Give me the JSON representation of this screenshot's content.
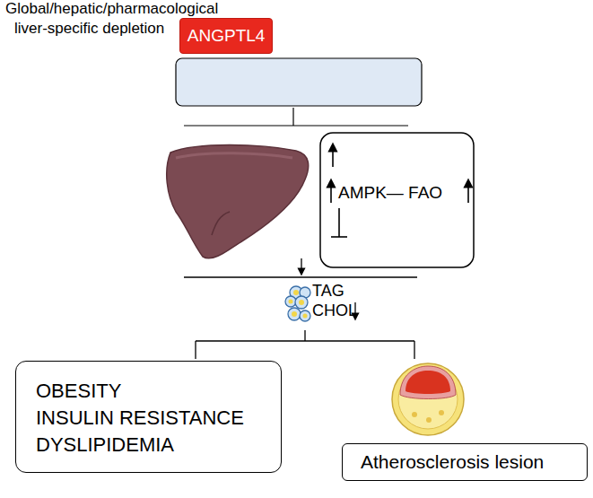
{
  "diagram": {
    "nodes": [
      {
        "text": [
          "ANGPTL4"
        ]
      },
      {
        "text": [
          "AMPK— FAO"
        ]
      },
      {
        "text": [
          "OBESITY",
          "INSULIN RESISTANCE",
          "DYSLIPIDEMIA"
        ]
      },
      {
        "text": [
          "Atherosclerosis lesion"
        ]
      }
    ],
    "labels": [
      "Global/hepatic/pharmacological",
      "liver-specific depletion",
      "TAG",
      "CHOL"
    ]
  }
}
